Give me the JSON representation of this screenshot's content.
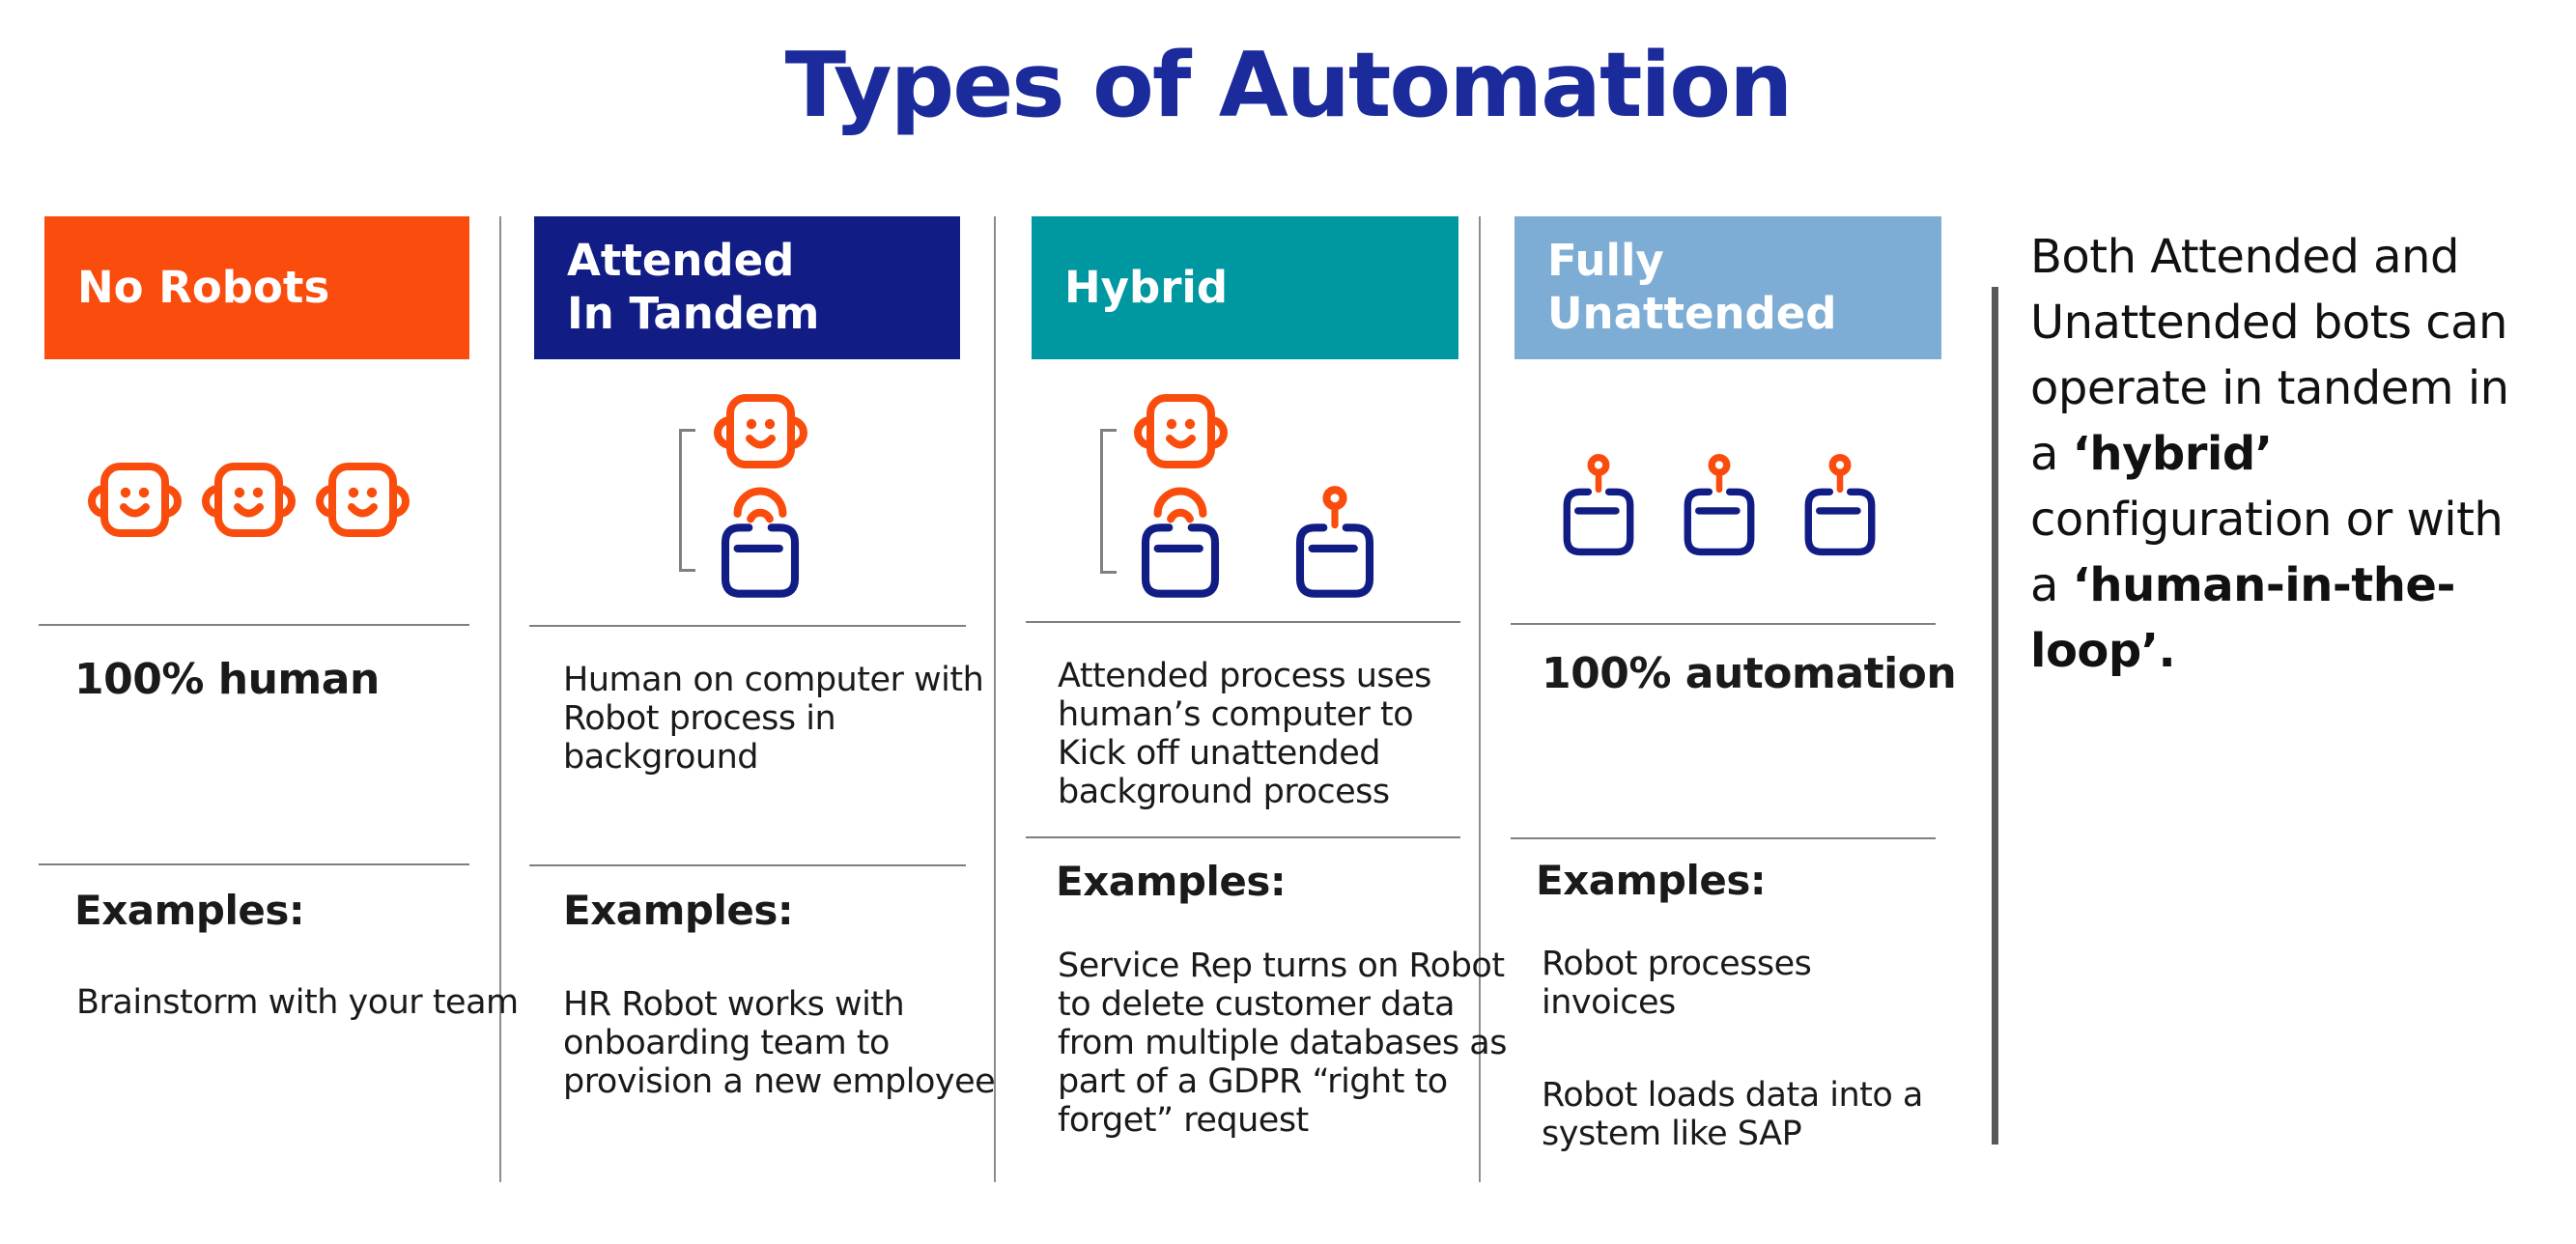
{
  "title": "Types of Automation",
  "colors": {
    "title_blue": "#1b2b9b",
    "orange": "#fa4d0d",
    "navy": "#111d84",
    "teal": "#0098a0",
    "light_blue": "#7dadd5",
    "rule_gray": "#7f7f7f",
    "divider_gray": "#8c8c8c",
    "note_bar_gray": "#58595b",
    "text_black": "#1a1a1a"
  },
  "columns": [
    {
      "header": "No Robots",
      "summary": "100% human",
      "examples_label": "Examples:",
      "examples": [
        "Brainstorm with your team"
      ]
    },
    {
      "header": "Attended\nIn Tandem",
      "description": "Human on computer with\nRobot process in background",
      "examples_label": "Examples:",
      "examples": [
        "HR Robot works with\nonboarding team to\nprovision a new employee"
      ]
    },
    {
      "header": "Hybrid",
      "description": "Attended process uses\nhuman’s computer to\nKick off unattended\nbackground process",
      "examples_label": "Examples:",
      "examples": [
        "Service Rep turns on Robot\nto delete customer data\nfrom multiple databases as\npart of a GDPR “right to\nforget” request"
      ]
    },
    {
      "header": "Fully\nUnattended",
      "summary": "100% automation",
      "examples_label": "Examples:",
      "examples": [
        "Robot processes\ninvoices",
        "Robot loads data into a\nsystem like SAP"
      ]
    }
  ],
  "note": {
    "line1": "Both Attended and",
    "line2": "Unattended bots can",
    "line3": "operate in tandem in",
    "line4_pre": "a ",
    "line4_bold": "‘hybrid’",
    "line5": "configuration or with",
    "line6_pre": "a ",
    "line6_bold": "‘human-in-the-",
    "line7_bold": "loop’."
  }
}
